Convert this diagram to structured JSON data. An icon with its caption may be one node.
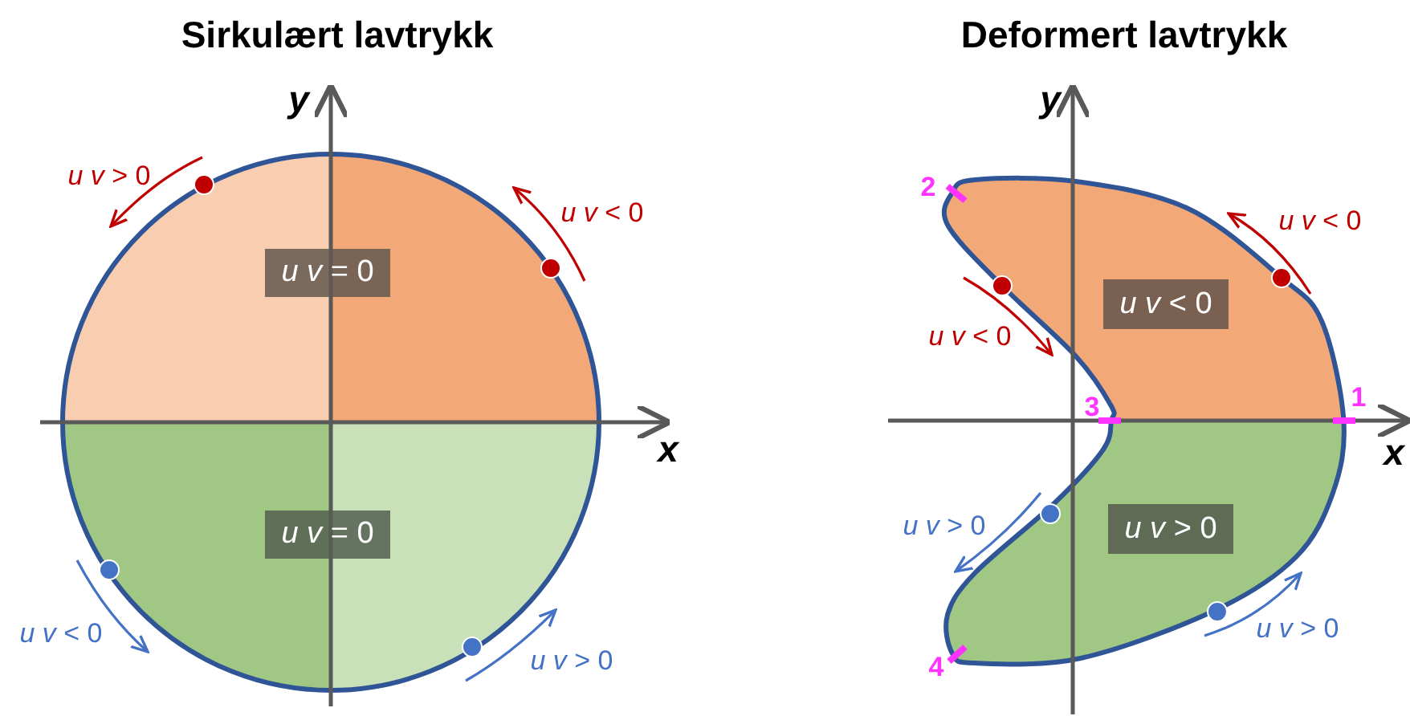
{
  "diagram": {
    "nodes": [
      {
        "text": [
          "*u v* = 0"
        ]
      },
      {
        "text": [
          "*u v* = 0"
        ]
      },
      {
        "text": [
          "*u v* < 0"
        ]
      },
      {
        "text": [
          "*u v* > 0"
        ]
      }
    ],
    "labels": [
      "Sirkulært lavtrykk",
      "Deformert lavtrykk",
      "y",
      "x",
      "*u v* > 0",
      "*u v* < 0",
      "*u v* < 0",
      "*u v* > 0",
      "y",
      "x",
      "2",
      "*u v* < 0",
      "*u v* < 0",
      "3",
      "1",
      "*u v* > 0",
      "4",
      "*u v* > 0"
    ]
  }
}
